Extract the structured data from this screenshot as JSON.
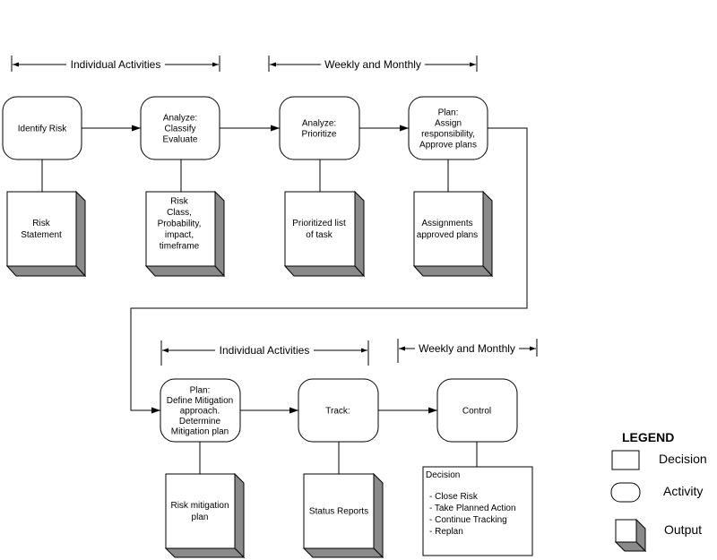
{
  "spans": {
    "top_left": "Individual Activities",
    "top_right": "Weekly and Monthly",
    "bottom_left": "Individual Activities",
    "bottom_right": "Weekly and Monthly"
  },
  "activities": {
    "identify": [
      "Identify Risk"
    ],
    "analyze_classify": [
      "Analyze:",
      "Classify",
      "Evaluate"
    ],
    "analyze_prioritize": [
      "Analyze:",
      "Prioritize"
    ],
    "plan_assign": [
      "Plan:",
      "Assign",
      "responsibility,",
      "Approve plans"
    ],
    "plan_mitigation": [
      "Plan:",
      "Define Mitigation",
      "approach.",
      "Determine",
      "Mitigation plan"
    ],
    "track": [
      "Track:"
    ],
    "control": [
      "Control"
    ]
  },
  "outputs": {
    "risk_statement": [
      "Risk",
      "Statement"
    ],
    "risk_class": [
      "Risk",
      "Class,",
      "Probability,",
      "impact,",
      "timeframe"
    ],
    "prioritized": [
      "Prioritized list",
      "of task"
    ],
    "assignments": [
      "Assignments",
      "approved plans"
    ],
    "mitigation_plan": [
      "Risk mitigation",
      "plan"
    ],
    "status_reports": [
      "Status Reports"
    ]
  },
  "decision": {
    "title": "Decision",
    "items": [
      "- Close Risk",
      "- Take Planned Action",
      "- Continue Tracking",
      "- Replan"
    ]
  },
  "legend": {
    "title": "LEGEND",
    "decision": "Decision",
    "activity": "Activity",
    "output": "Output"
  }
}
